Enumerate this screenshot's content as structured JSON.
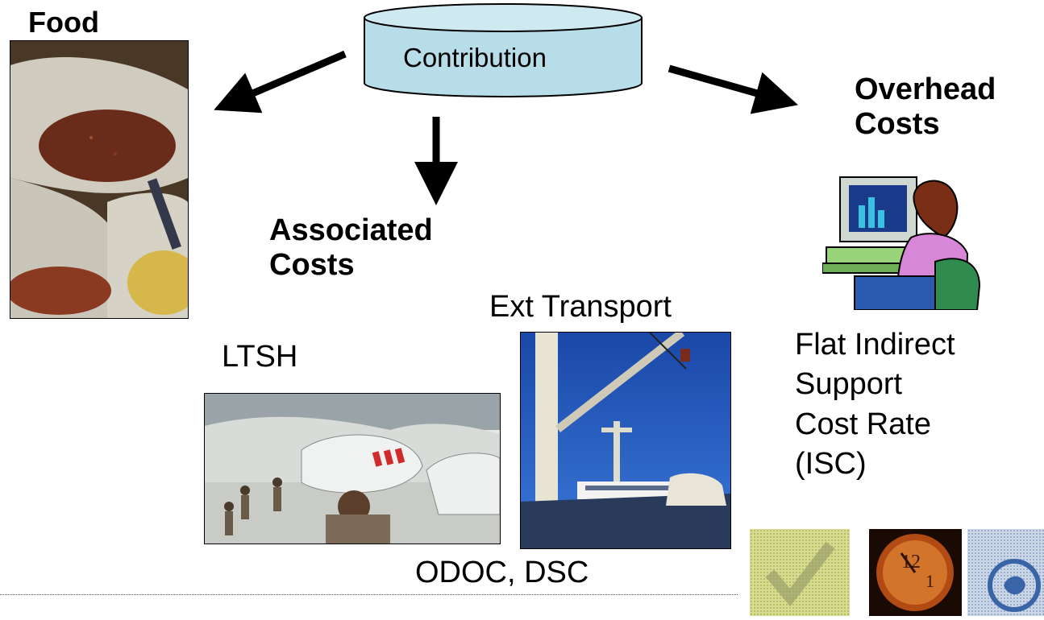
{
  "contribution": {
    "label": "Contribution"
  },
  "food": {
    "title": "Food"
  },
  "associated": {
    "title": "Associated Costs",
    "line1": "Associated",
    "line2": "Costs"
  },
  "overhead": {
    "title": "Overhead Costs",
    "line1": "Overhead",
    "line2": "Costs"
  },
  "ltsh": {
    "label": "LTSH"
  },
  "ext_transport": {
    "label": "Ext Transport"
  },
  "odoc_dsc": {
    "label": "ODOC, DSC"
  },
  "isc": {
    "lines": [
      "Flat Indirect",
      "Support",
      "Cost Rate",
      "(ISC)"
    ]
  },
  "colors": {
    "cylinder_fill": "#b7dde8",
    "cylinder_stroke": "#000000",
    "arrow": "#000000",
    "sky": "#1d52b8",
    "grain_sack": "#d8d6cc"
  },
  "icons": {
    "food_photo": "grain-sacks-photo",
    "ltsh_photo": "porters-carrying-sacks-photo",
    "ship_photo": "cargo-ship-crane-photo",
    "overhead_clipart": "woman-at-computer-clipart",
    "thumb1": "checkmark-icon",
    "thumb2": "clock-icon",
    "thumb3": "wfp-logo-icon"
  }
}
